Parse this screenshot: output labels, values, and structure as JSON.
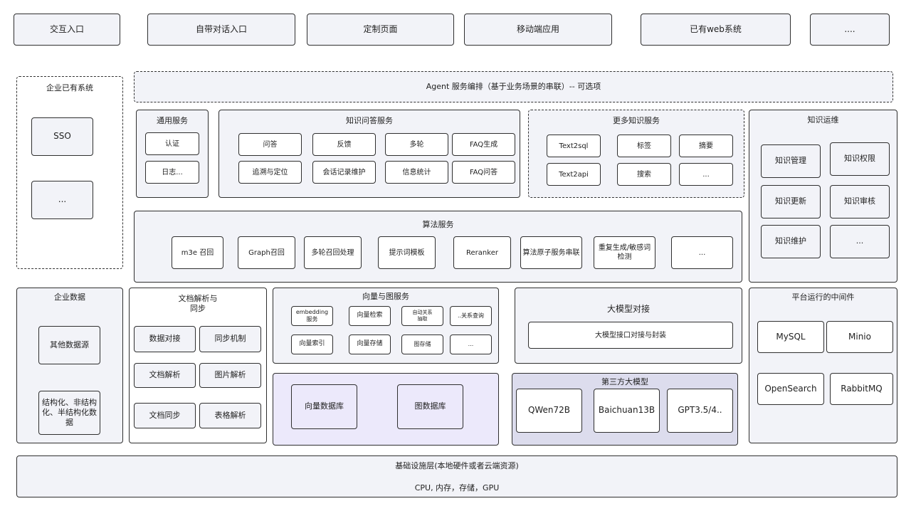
{
  "top_entries": [
    "交互入口",
    "自带对话入口",
    "定制页面",
    "移动端应用",
    "已有web系统",
    "...."
  ],
  "enterprise_systems": {
    "title": "企业已有系统",
    "items": [
      "SSO",
      "..."
    ]
  },
  "agent": {
    "label": "Agent  服务编排（基于业务场景的串联）-- 可选项"
  },
  "general_service": {
    "title": "通用服务",
    "items": [
      "认证",
      "日志..."
    ]
  },
  "qa_service": {
    "title": "知识问答服务",
    "items": [
      "问答",
      "反馈",
      "多轮",
      "FAQ生成",
      "追溯与定位",
      "会话记录维护",
      "信息统计",
      "FAQ问答"
    ]
  },
  "more_knowledge": {
    "title": "更多知识服务",
    "items": [
      "Text2sql",
      "标签",
      "摘要",
      "Text2api",
      "搜索",
      "..."
    ]
  },
  "knowledge_ops": {
    "title": "知识运维",
    "items": [
      "知识管理",
      "知识权限",
      "知识更新",
      "知识审核",
      "知识维护",
      "..."
    ]
  },
  "algorithm": {
    "title": "算法服务",
    "items": [
      "m3e 召回",
      "Graph召回",
      "多轮召回处理",
      "提示词模板",
      "Reranker",
      "算法原子服务串联",
      "重复生成/敏感词\n检测",
      "..."
    ]
  },
  "enterprise_data": {
    "title": "企业数据",
    "items": [
      "其他数据源",
      "结构化、非结构\n化、半结构化数\n据"
    ]
  },
  "doc_parse": {
    "title": "文档解析与\n同步",
    "items": [
      "数据对接",
      "同步机制",
      "文档解析",
      "图片解析",
      "文档同步",
      "表格解析"
    ]
  },
  "vector_graph": {
    "title": "向量与图服务",
    "items": [
      "embedding\n服务",
      "向量检索",
      "自动关系\n抽取",
      "..关系查询",
      "向量索引",
      "向量存储",
      "图存储",
      "..."
    ]
  },
  "databases": {
    "items": [
      "向量数据库",
      "图数据库"
    ]
  },
  "llm_dock": {
    "title": "大模型对接",
    "item": "大模型接口对接与封装"
  },
  "third_party": {
    "title": "第三方大模型",
    "items": [
      "QWen72B",
      "Baichuan13B",
      "GPT3.5/4.."
    ]
  },
  "middleware": {
    "title": "平台运行的中间件",
    "items": [
      "MySQL",
      "Minio",
      "OpenSearch",
      "RabbitMQ"
    ]
  },
  "infra": {
    "title": "基础设施层(本地硬件或者云端资源)",
    "subtitle": "CPU, 内存，存储，GPU"
  }
}
